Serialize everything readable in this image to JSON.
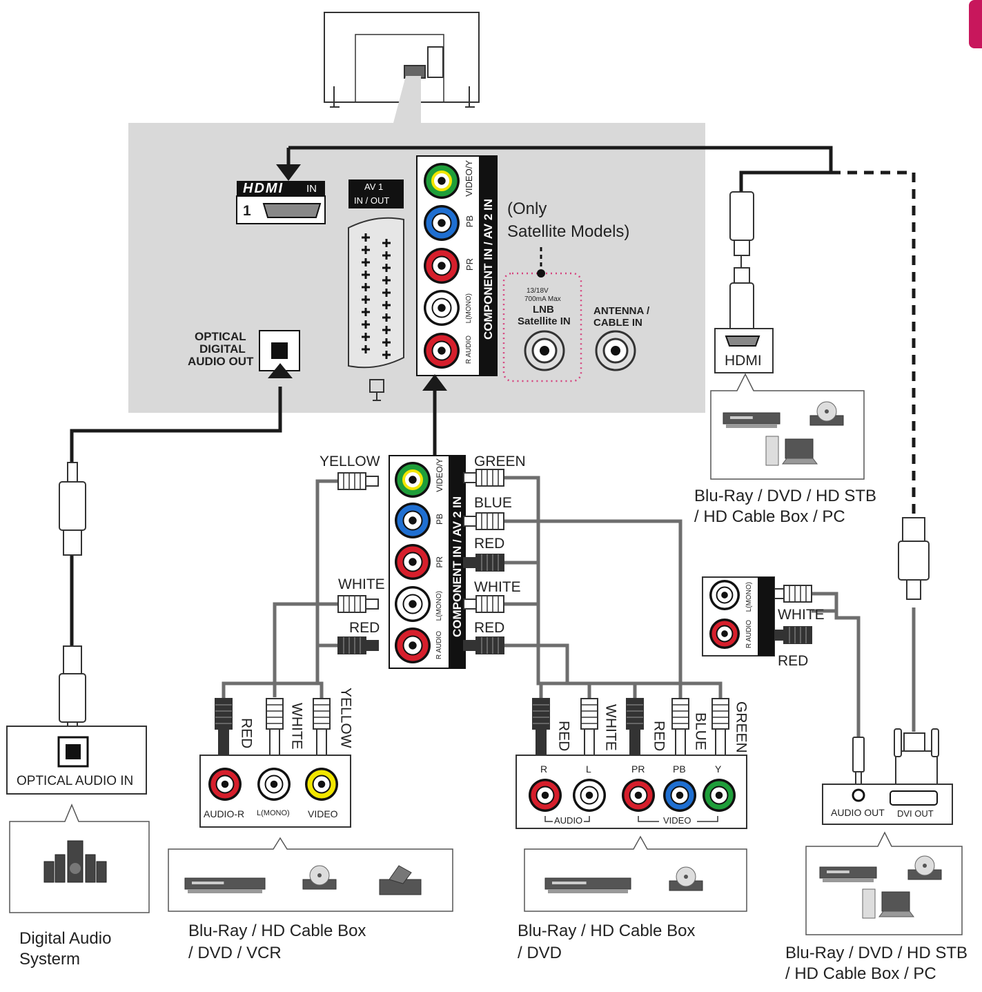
{
  "tv_panel": {
    "hdmi_port": {
      "label": "HDMI",
      "sub": "IN",
      "number": "1"
    },
    "av1": {
      "line1": "AV 1",
      "line2": "IN / OUT"
    },
    "component_vertical": "COMPONENT IN / AV 2 IN",
    "video_y": "VIDEO/Y",
    "pb": "PB",
    "pr": "PR",
    "l_mono": "L(MONO)",
    "r_audio": "R AUDIO",
    "optical": {
      "line1": "OPTICAL",
      "line2": "DIGITAL",
      "line3": "AUDIO OUT"
    },
    "satellite_note": {
      "line1": "(Only",
      "line2": "Satellite Models)"
    },
    "lnb": {
      "line1": "13/18V",
      "line2": "700mA Max",
      "line3": "LNB",
      "line4": "Satellite IN"
    },
    "antenna": {
      "line1": "ANTENNA /",
      "line2": "CABLE IN"
    }
  },
  "center_jacks": {
    "yellow": "YELLOW",
    "green": "GREEN",
    "blue": "BLUE",
    "red_pr": "RED",
    "white_left": "WHITE",
    "white_right": "WHITE",
    "red_left": "RED",
    "red_right": "RED",
    "vertical": "COMPONENT IN / AV 2 IN",
    "video_y": "VIDEO/Y",
    "pb": "PB",
    "pr": "PR",
    "l_mono": "L(MONO)",
    "r_audio": "R AUDIO"
  },
  "left_device": {
    "cable_red": "RED",
    "cable_white": "WHITE",
    "cable_yellow": "YELLOW",
    "audio_r": "AUDIO-R",
    "l_mono": "L(MONO)",
    "video": "VIDEO",
    "caption_line1": "Blu-Ray / HD Cable Box",
    "caption_line2": "/ DVD / VCR"
  },
  "mid_device": {
    "cable_red1": "RED",
    "cable_white": "WHITE",
    "cable_red2": "RED",
    "cable_blue": "BLUE",
    "cable_green": "GREEN",
    "r": "R",
    "l": "L",
    "pr": "PR",
    "pb": "PB",
    "y": "Y",
    "audio": "AUDIO",
    "video": "VIDEO",
    "caption_line1": "Blu-Ray / HD Cable Box",
    "caption_line2": "/ DVD"
  },
  "optical_device": {
    "port": "OPTICAL AUDIO IN",
    "caption_line1": "Digital Audio",
    "caption_line2": "Systerm"
  },
  "hdmi_device": {
    "port": "HDMI",
    "caption_line1": "Blu-Ray / DVD / HD STB",
    "caption_line2": "/ HD Cable Box / PC"
  },
  "dvi_device": {
    "white": "WHITE",
    "red": "RED",
    "l_mono": "L(MONO)",
    "r_audio": "R AUDIO",
    "audio_out": "AUDIO OUT",
    "dvi_out": "DVI OUT",
    "caption_line1": "Blu-Ray / DVD / HD STB",
    "caption_line2": "/ HD Cable Box / PC"
  },
  "colors": {
    "panel": "#d9d9d9",
    "cable": "#1a1a1a",
    "cable_grey": "#6e6e6e",
    "green": "#1f9e3a",
    "yellow": "#f2e600",
    "blue": "#1f6fd1",
    "red": "#d61f2c",
    "white": "#ffffff",
    "dotted": "#d6437e",
    "brand_tab": "#c8175c"
  }
}
